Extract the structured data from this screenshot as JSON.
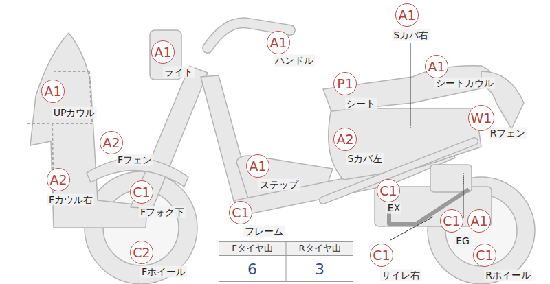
{
  "diagram": {
    "nodes": [
      {
        "text": [
          "A1",
          "ライト"
        ]
      },
      {
        "text": [
          "A1",
          "ハンドル"
        ]
      },
      {
        "text": [
          "A1",
          "Sカバ右"
        ]
      },
      {
        "text": [
          "P1",
          "シート"
        ]
      },
      {
        "text": [
          "A1",
          "シートカウル"
        ]
      },
      {
        "text": [
          "A1",
          "UPカウル"
        ]
      },
      {
        "text": [
          "W1",
          "Rフェン"
        ]
      },
      {
        "text": [
          "A2",
          "Fフェン"
        ]
      },
      {
        "text": [
          "A2",
          "Sカバ左"
        ]
      },
      {
        "text": [
          "A1",
          "ステップ"
        ]
      },
      {
        "text": [
          "A2",
          "Fカウル右"
        ]
      },
      {
        "text": [
          "C1",
          "Fフォク下"
        ]
      },
      {
        "text": [
          "C1",
          "EX"
        ]
      },
      {
        "text": [
          "C1",
          "フレーム"
        ]
      },
      {
        "text": [
          "C1",
          "EG"
        ]
      },
      {
        "text": [
          "A1"
        ]
      },
      {
        "text": [
          "C2",
          "Fホイール"
        ]
      },
      {
        "text": [
          "C1",
          "サイレ右"
        ]
      },
      {
        "text": [
          "C1",
          "Rホイール"
        ]
      }
    ],
    "labels": [
      "Fタイヤ山",
      "Rタイヤ山",
      "6",
      "3"
    ]
  }
}
